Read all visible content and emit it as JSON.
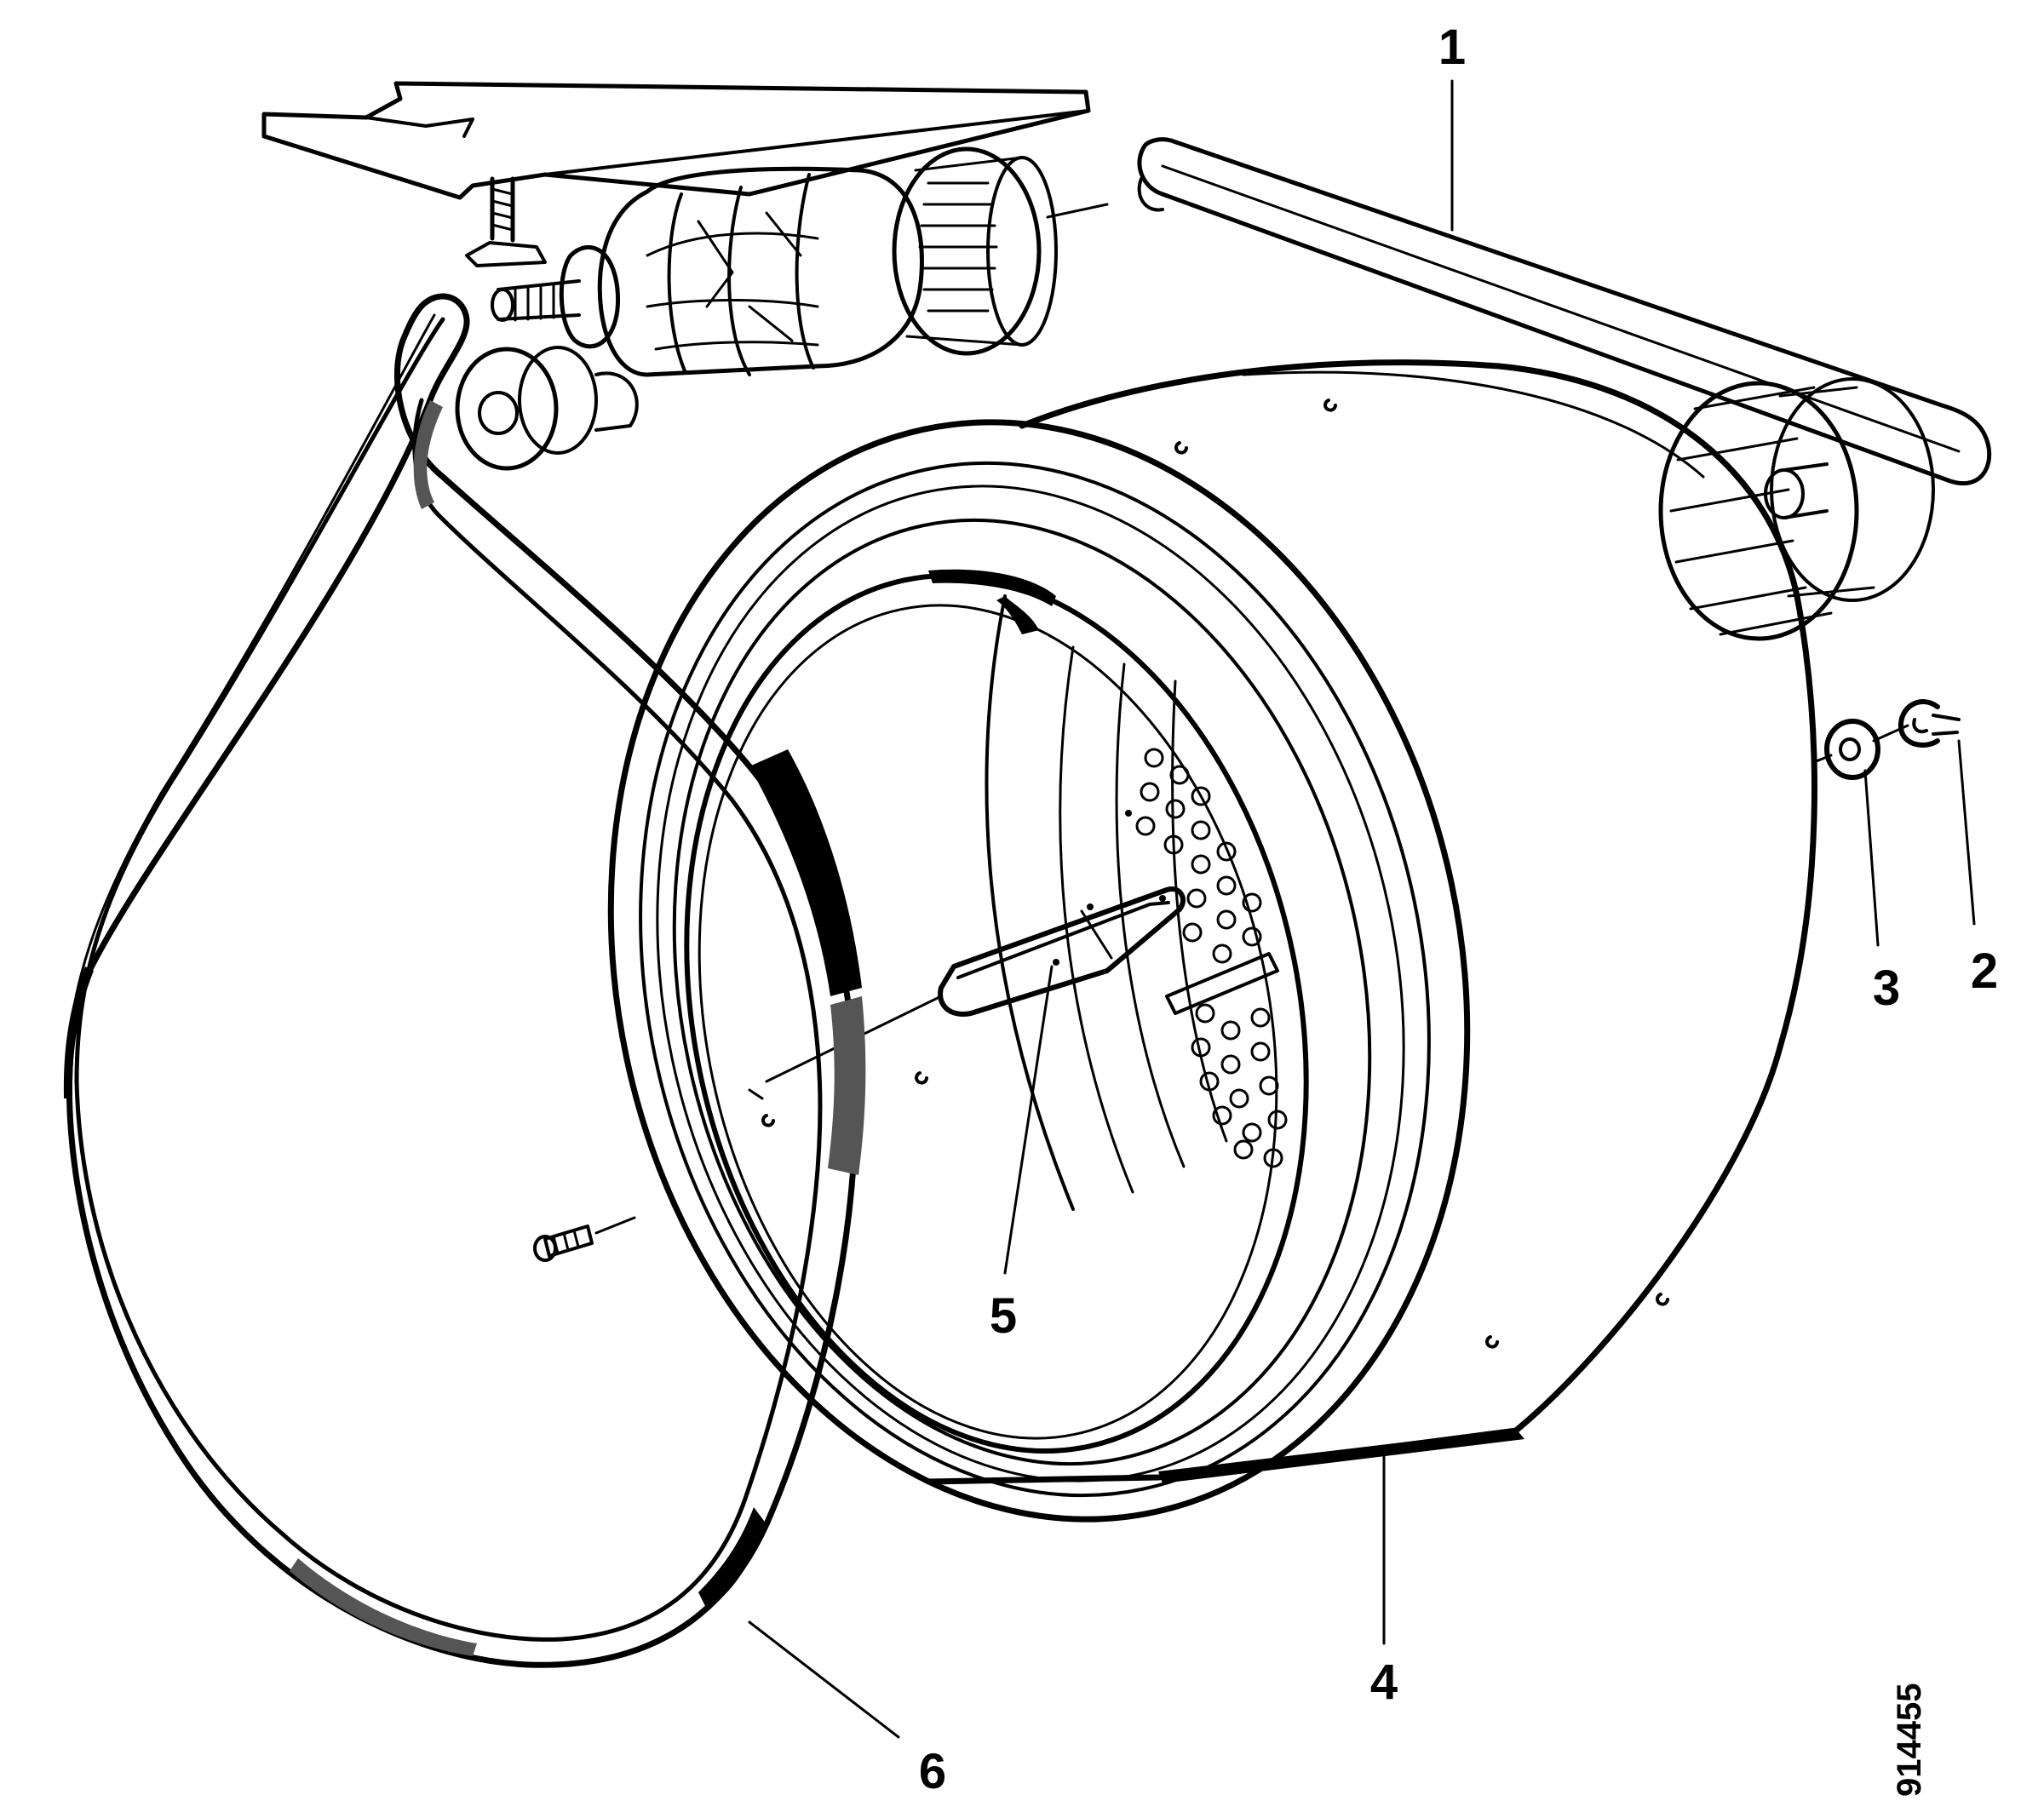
{
  "diagram": {
    "callouts": [
      {
        "id": "1",
        "label": "1"
      },
      {
        "id": "2",
        "label": "2"
      },
      {
        "id": "3",
        "label": "3"
      },
      {
        "id": "4",
        "label": "4"
      },
      {
        "id": "5",
        "label": "5"
      },
      {
        "id": "6",
        "label": "6"
      }
    ],
    "reference_number": "914455",
    "colors": {
      "ink": "#000000",
      "paper": "#ffffff",
      "shade": "#555555"
    }
  }
}
